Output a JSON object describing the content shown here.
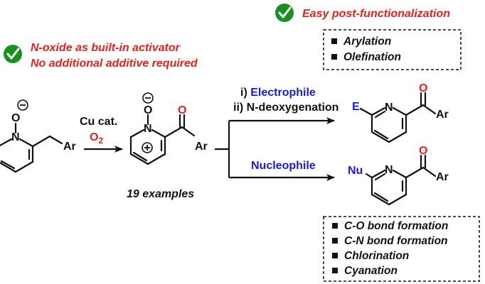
{
  "colors": {
    "red": "#e8201c",
    "blue": "#1a1adc",
    "green": "#17911f",
    "black": "#111111"
  },
  "top_right": {
    "icon": "check-circle-icon",
    "title": "Easy post-functionalization",
    "items": [
      "Arylation",
      "Olefination"
    ]
  },
  "top_left": {
    "icon": "check-circle-icon",
    "line1": "N-oxide as built-in activator",
    "line2": "No additional additive required"
  },
  "reaction1": {
    "catalyst": "Cu cat.",
    "oxidant": "O",
    "oxidant_sub": "2",
    "examples": "19 examples"
  },
  "branch_top": {
    "step1_prefix": "i) ",
    "step1_reagent": "Electrophile",
    "step2": "ii) N-deoxygenation",
    "substituent": "E"
  },
  "branch_bottom": {
    "reagent": "Nucleophile",
    "substituent": "Nu"
  },
  "bottom_box": {
    "items": [
      "C-O bond formation",
      "C-N bond formation",
      "Chlorination",
      "Cyanation"
    ]
  },
  "atoms": {
    "N": "N",
    "O": "O",
    "Ar": "Ar",
    "plus": "+",
    "minus": "−"
  }
}
